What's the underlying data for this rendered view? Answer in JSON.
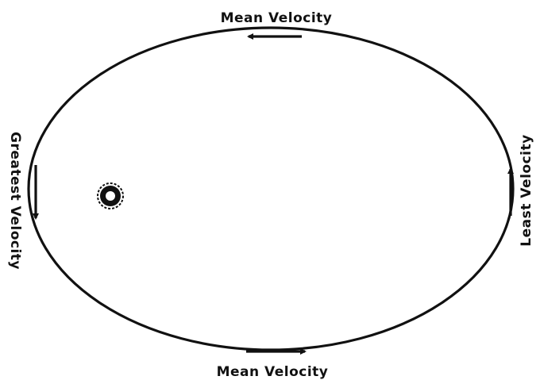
{
  "labels": {
    "top": "Mean Velocity",
    "bottom": "Mean Velocity",
    "left": "Greatest Velocity",
    "right": "Least Velocity"
  },
  "colors": {
    "ink": "#111111",
    "background": "#ffffff"
  },
  "elements": {
    "orbit": "elliptical orbit",
    "body": "sun-icon",
    "arrows": [
      "arrow-left-icon",
      "arrow-right-icon",
      "arrow-down-icon",
      "arrow-up-icon"
    ]
  }
}
